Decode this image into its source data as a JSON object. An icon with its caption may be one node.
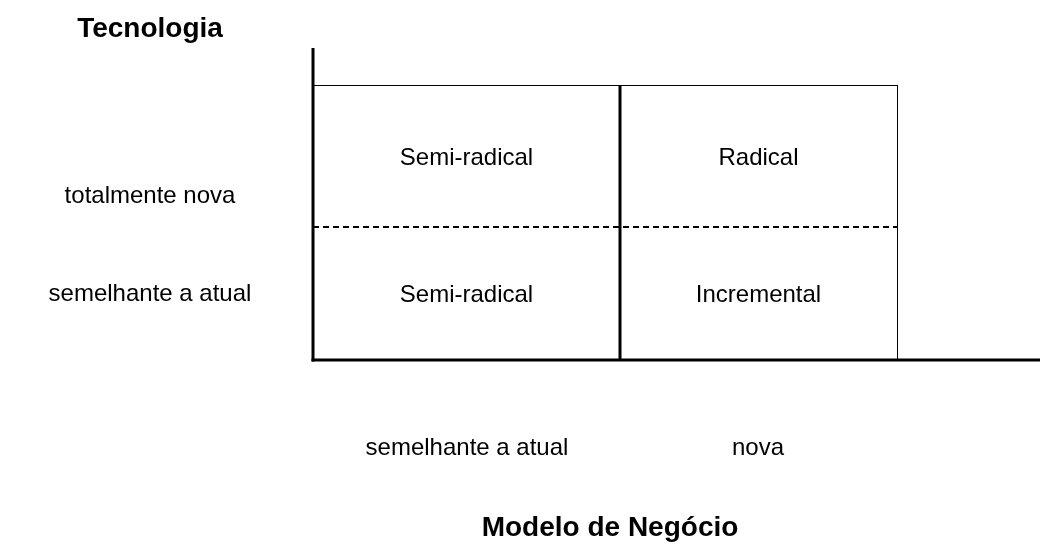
{
  "diagram": {
    "nodes": [
      {
        "text": [
          "Semi-radical"
        ]
      },
      {
        "text": [
          "Radical"
        ]
      },
      {
        "text": [
          "Semi-radical"
        ]
      },
      {
        "text": [
          "Incremental"
        ]
      }
    ],
    "labels": [
      "Tecnologia",
      "totalmente nova",
      "semelhante a atual",
      "semelhante a atual",
      "nova",
      "Modelo de Negócio"
    ]
  }
}
